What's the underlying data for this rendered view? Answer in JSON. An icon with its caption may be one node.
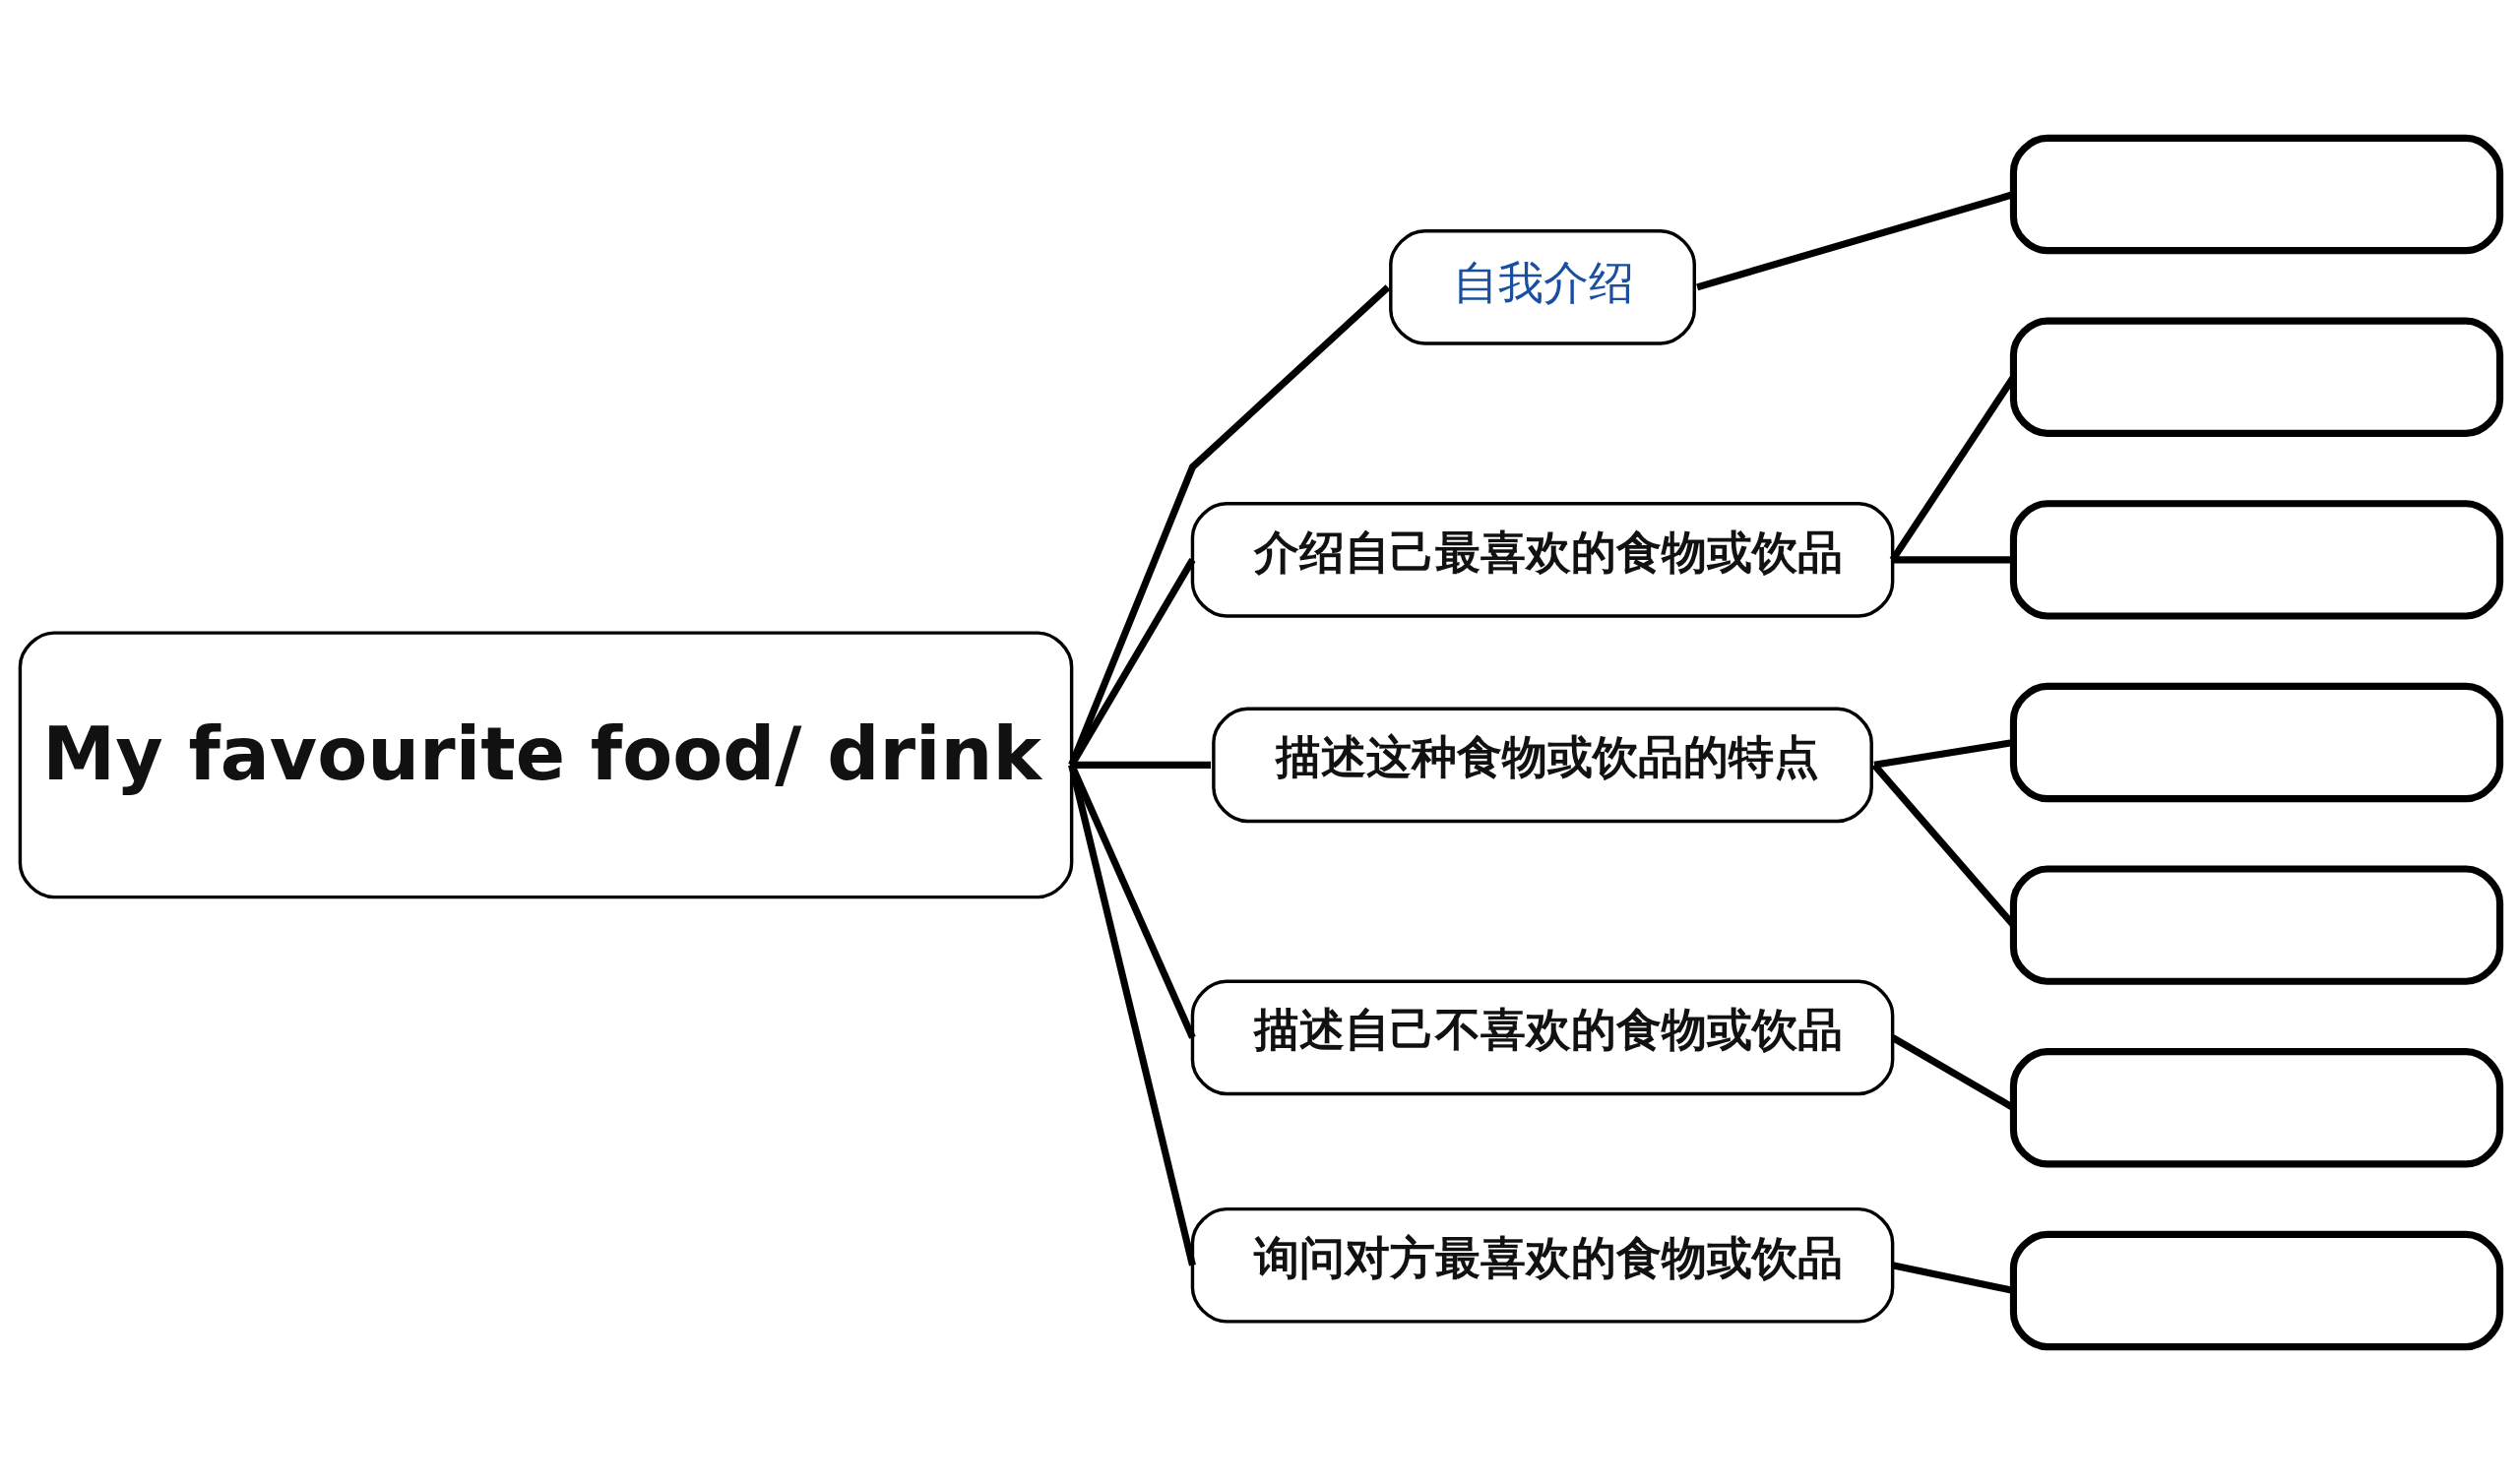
{
  "diagram": {
    "nodes": [
      {
        "text": [
          "My favourite food/ drink"
        ]
      },
      {
        "text": [
          "自我介绍"
        ]
      },
      {
        "text": [],
        "shape": "box"
      },
      {
        "text": [
          "介绍自己最喜欢的食物或饮品"
        ]
      },
      {
        "text": [],
        "shape": "box"
      },
      {
        "text": [],
        "shape": "box"
      },
      {
        "text": [
          "描述这种食物或饮品的特点"
        ]
      },
      {
        "text": [],
        "shape": "box"
      },
      {
        "text": [],
        "shape": "box"
      },
      {
        "text": [
          "描述自己不喜欢的食物或饮品"
        ]
      },
      {
        "text": [],
        "shape": "box"
      },
      {
        "text": [
          "询问对方最喜欢的食物或饮品"
        ]
      },
      {
        "text": [],
        "shape": "box"
      }
    ],
    "edges": [
      {
        "from": 0,
        "to": 1,
        "arrow": "none"
      },
      {
        "from": 0,
        "to": 3,
        "arrow": "none"
      },
      {
        "from": 0,
        "to": 6,
        "arrow": "none"
      },
      {
        "from": 0,
        "to": 9,
        "arrow": "none"
      },
      {
        "from": 0,
        "to": 11,
        "arrow": "none"
      },
      {
        "from": 1,
        "to": 2,
        "arrow": "none"
      },
      {
        "from": 3,
        "to": 4,
        "arrow": "none"
      },
      {
        "from": 3,
        "to": 5,
        "arrow": "none"
      },
      {
        "from": 6,
        "to": 7,
        "arrow": "none"
      },
      {
        "from": 6,
        "to": 8,
        "arrow": "none"
      },
      {
        "from": 9,
        "to": 10,
        "arrow": "none"
      },
      {
        "from": 11,
        "to": 12,
        "arrow": "none"
      }
    ]
  }
}
